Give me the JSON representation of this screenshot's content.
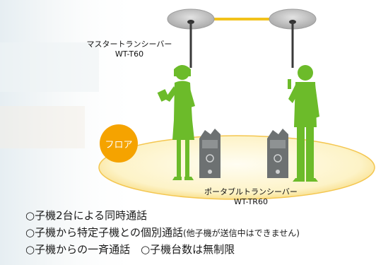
{
  "master": {
    "title": "マスタートランシーバー",
    "model": "WT-T60"
  },
  "portable": {
    "title": "ポータブルトランシーバー",
    "model": "WT-TR60"
  },
  "floor_label": "フロア",
  "features": [
    {
      "text": "○子機2台による同時通話"
    },
    {
      "text": "○子機から特定子機との個別通話",
      "note": "(他子機が送信中はできません)"
    },
    {
      "text": "○子機からの一斉通話　○子機台数は無制限"
    }
  ],
  "colors": {
    "person": "#6cbb2a",
    "link": "#f2c21b",
    "floor_fill": "#fdf3c7",
    "floor_edge": "#f4c64f",
    "badge": "#f5a300",
    "device": "#6d7172",
    "antenna_disc": "#c3c3c3"
  },
  "icons": [
    "ceiling-antenna-icon",
    "person-icon",
    "portable-transceiver-icon"
  ]
}
